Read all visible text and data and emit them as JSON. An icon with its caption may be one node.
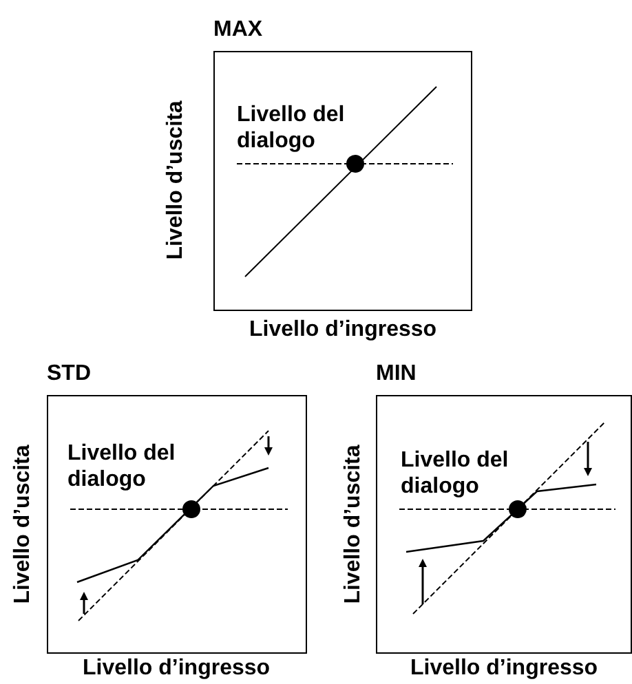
{
  "diagram": {
    "nodes": [
      {
        "text": [
          "MAX",
          "Livello del dialogo"
        ],
        "beside": [
          "Livello d’uscita",
          "Livello d’ingresso"
        ]
      },
      {
        "text": [
          "STD",
          "Livello del dialogo"
        ],
        "beside": [
          "Livello d’uscita",
          "Livello d’ingresso"
        ]
      },
      {
        "text": [
          "MIN",
          "Livello del dialogo"
        ],
        "beside": [
          "Livello d’uscita",
          "Livello d’ingresso"
        ]
      }
    ],
    "edges": []
  }
}
